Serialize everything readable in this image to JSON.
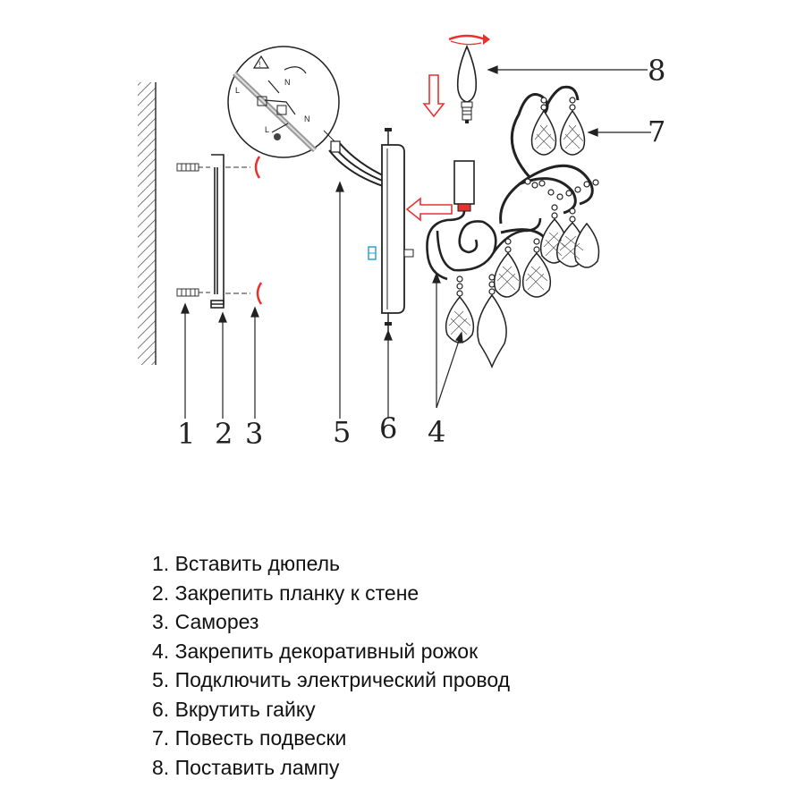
{
  "diagram": {
    "callouts": [
      "1",
      "2",
      "3",
      "4",
      "5",
      "6",
      "7",
      "8"
    ],
    "wiring_labels": [
      "L",
      "N",
      "L",
      "N"
    ],
    "arrow_color": "#e8322e",
    "line_color": "#222222"
  },
  "steps": [
    "1. Вставить дюпель",
    "2. Закрепить планку к стене",
    "3. Саморез",
    "4. Закрепить декоративный рожок",
    "5. Подключить электрический провод",
    "6. Вкрутить гайку",
    "7. Повесть подвески",
    "8. Поставить лампу"
  ]
}
